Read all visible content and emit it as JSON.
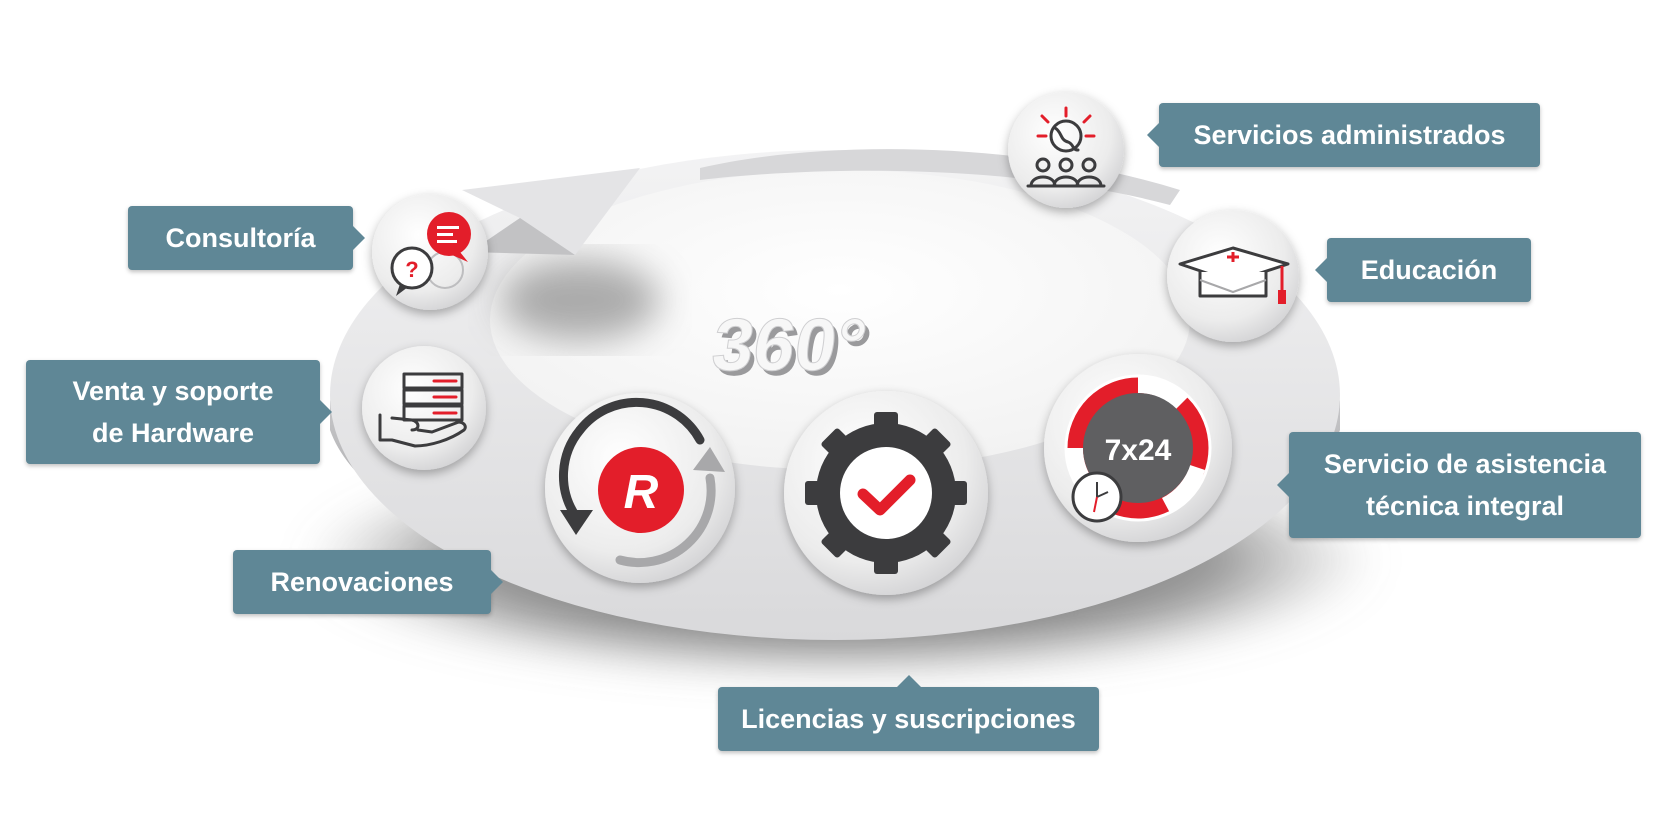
{
  "center_mark": "360°",
  "badge_7x24": "7x24",
  "renovaciones_letter": "R",
  "labels": {
    "consultoria": "Consultoría",
    "hardware_line1": "Venta y soporte",
    "hardware_line2": "de Hardware",
    "renovaciones": "Renovaciones",
    "licencias": "Licencias y suscripciones",
    "servicios": "Servicios administrados",
    "educacion": "Educación",
    "asistencia_line1": "Servicio de asistencia",
    "asistencia_line2": "técnica integral"
  },
  "icons": {
    "consultoria": "chat-bubbles-icon",
    "hardware": "server-hand-icon",
    "renovaciones": "renew-cycle-icon",
    "licencias": "gear-check-icon",
    "asistencia": "clock-7x24-icon",
    "educacion": "graduation-cap-icon",
    "servicios": "globe-people-icon"
  },
  "colors": {
    "label_bg": "#5f8796",
    "accent_red": "#e31e2a",
    "icon_dark": "#3c3c3e",
    "ring_light": "#e9e9ea",
    "ring_shadow": "#8e8e90"
  }
}
